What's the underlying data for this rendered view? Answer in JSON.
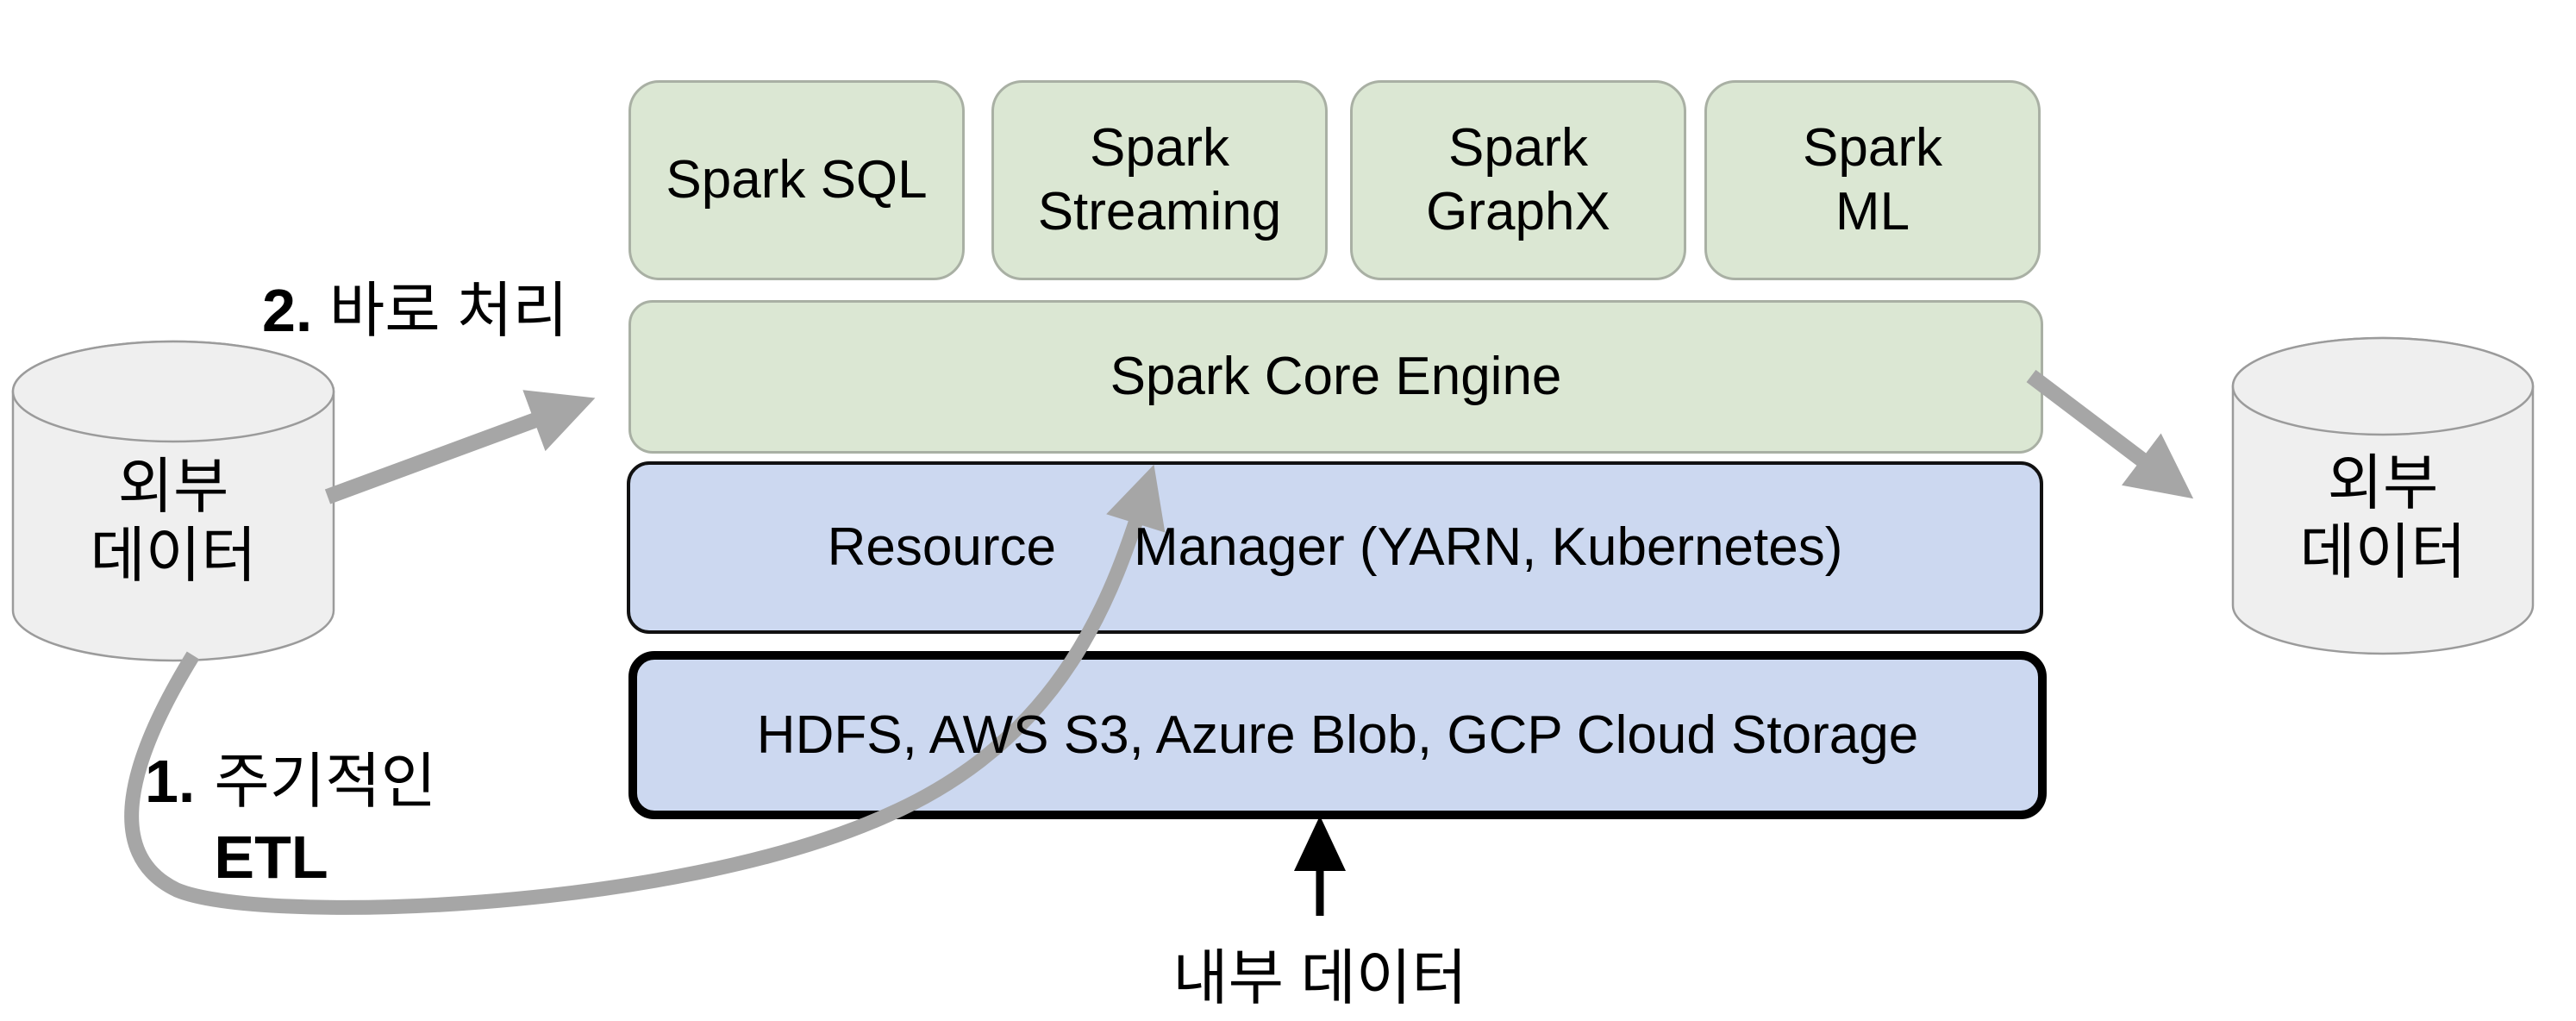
{
  "colors": {
    "component_green": "#dbe7d3",
    "green_border": "#a9b0a4",
    "layer_blue": "#ccd8f0",
    "dark_border": "#111111",
    "cylinder_fill": "#efefef",
    "cylinder_stroke": "#9b9b9b",
    "arrow_gray": "#a6a6a6",
    "arrow_black": "#000000"
  },
  "stack": {
    "components": [
      "Spark SQL",
      "Spark\nStreaming",
      "Spark\nGraphX",
      "Spark\nML"
    ],
    "core_engine": "Spark Core Engine",
    "resource_manager": {
      "word1": "Resource",
      "word2": "Manager (YARN, Kubernetes)"
    },
    "storage": "HDFS, AWS S3, Azure Blob, GCP Cloud Storage"
  },
  "datastores": {
    "external_left": "외부\n데이터",
    "external_right": "외부\n데이터",
    "internal": "내부 데이터"
  },
  "annotations": {
    "step2": {
      "number": "2.",
      "text": "바로 처리"
    },
    "step1": {
      "number": "1.",
      "line1": "주기적인",
      "line2": "ETL"
    }
  }
}
